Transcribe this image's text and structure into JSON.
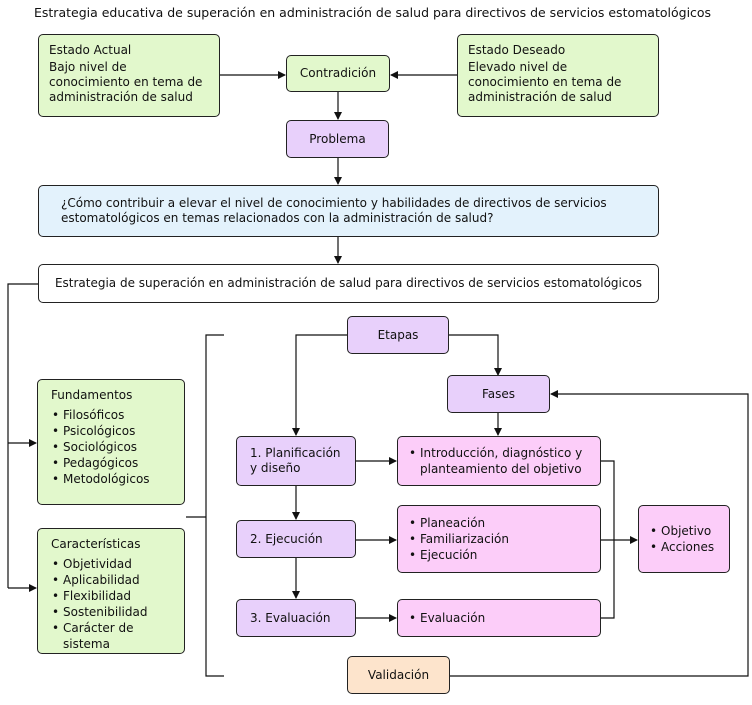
{
  "title": "Estrategia educativa de superación en administración de salud para directivos de servicios estomatológicos",
  "estado_actual": {
    "heading": "Estado Actual",
    "text": "Bajo nivel de conocimiento en tema de administración de salud"
  },
  "estado_deseado": {
    "heading": "Estado Deseado",
    "text": "Elevado nivel de conocimiento en tema de administración de salud"
  },
  "contradiccion": "Contradición",
  "problema": "Problema",
  "pregunta": "¿Cómo contribuir a elevar el nivel de conocimiento y habilidades de directivos de servicios estomatológicos en temas relacionados con la administración de salud?",
  "estrategia": "Estrategia de superación en administración de salud para directivos de servicios estomatológicos",
  "fundamentos": {
    "heading": "Fundamentos",
    "items": [
      "Filosóficos",
      "Psicológicos",
      "Sociológicos",
      "Pedagógicos",
      "Metodológicos"
    ]
  },
  "caracteristicas": {
    "heading": "Características",
    "items": [
      "Objetividad",
      "Aplicabilidad",
      "Flexibilidad",
      "Sostenibilidad",
      "Carácter de sistema"
    ]
  },
  "etapas": "Etapas",
  "fases": "Fases",
  "stages": [
    "1. Planificación y diseño",
    "2. Ejecución",
    "3. Evaluación"
  ],
  "phases": [
    [
      "Introducción, diagnóstico y planteamiento del objetivo"
    ],
    [
      "Planeación",
      "Familiarización",
      "Ejecución"
    ],
    [
      "Evaluación"
    ]
  ],
  "outcome": [
    "Objetivo",
    "Acciones"
  ],
  "validacion": "Validación"
}
